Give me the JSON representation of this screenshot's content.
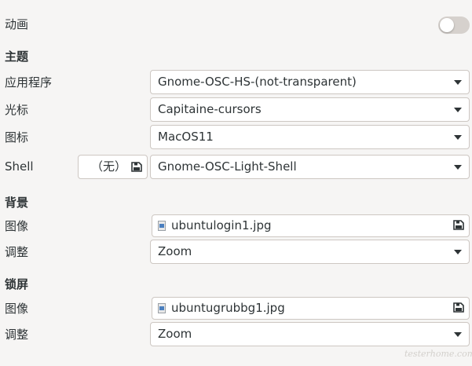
{
  "animation": {
    "label": "动画",
    "enabled": false
  },
  "theme": {
    "header": "主题",
    "applications": {
      "label": "应用程序",
      "value": "Gnome-OSC-HS-(not-transparent)"
    },
    "cursor": {
      "label": "光标",
      "value": "Capitaine-cursors"
    },
    "icons": {
      "label": "图标",
      "value": "MacOS11"
    },
    "shell": {
      "label": "Shell",
      "none_button": "（无）",
      "value": "Gnome-OSC-Light-Shell"
    }
  },
  "background": {
    "header": "背景",
    "image": {
      "label": "图像",
      "file": "ubuntulogin1.jpg"
    },
    "adjustment": {
      "label": "调整",
      "value": "Zoom"
    }
  },
  "lockscreen": {
    "header": "锁屏",
    "image": {
      "label": "图像",
      "file": "ubuntugrubbg1.jpg"
    },
    "adjustment": {
      "label": "调整",
      "value": "Zoom"
    }
  },
  "watermark": "testerhome.com",
  "icons_used": [
    "image-file-icon",
    "save-icon",
    "chevron-down-icon"
  ]
}
